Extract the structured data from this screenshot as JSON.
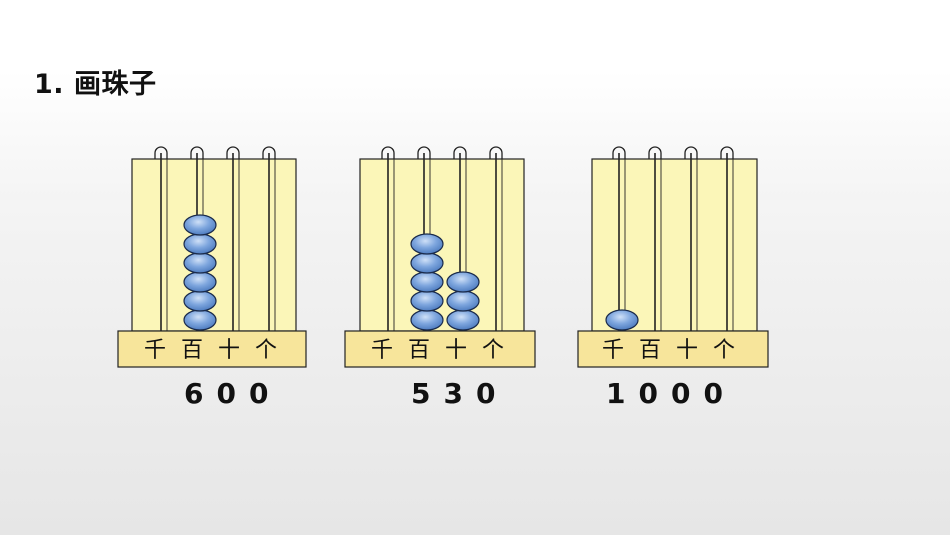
{
  "title": "1. 画珠子",
  "place_labels": [
    "千",
    "百",
    "十",
    "个"
  ],
  "colors": {
    "frame_fill": "#fbf6b8",
    "base_fill": "#f7e59b",
    "bead_fill": "#6f9ad8",
    "bead_stroke": "#1a2a4a",
    "line": "#222222"
  },
  "abaci": [
    {
      "number": "600",
      "beads": [
        0,
        6,
        0,
        0
      ]
    },
    {
      "number": "530",
      "beads": [
        0,
        5,
        3,
        0
      ]
    },
    {
      "number": "1000",
      "beads": [
        1,
        0,
        0,
        0
      ]
    }
  ]
}
